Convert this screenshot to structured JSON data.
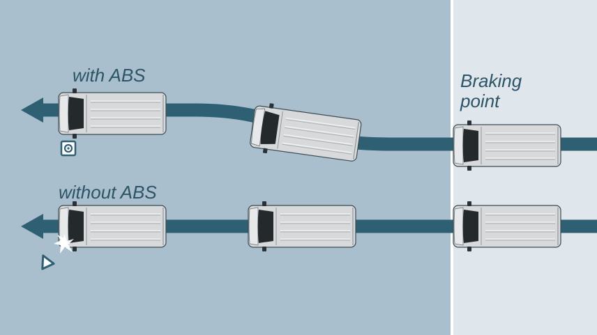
{
  "labels": {
    "with_abs": "with ABS",
    "without_abs": "without ABS",
    "braking_point_line1": "Braking",
    "braking_point_line2": "point"
  },
  "icons": {
    "abs_warning": "abs-warning-light-icon",
    "hazard": "warning-triangle-icon",
    "collision": "collision-spark-icon"
  },
  "colors": {
    "background_left": "#a9bfcd",
    "background_right": "#dfe6ec",
    "divider": "#ffffff",
    "path": "#2e5f72",
    "text": "#2c5466",
    "van_body": "#d7d9da",
    "van_glass": "#24292c"
  }
}
